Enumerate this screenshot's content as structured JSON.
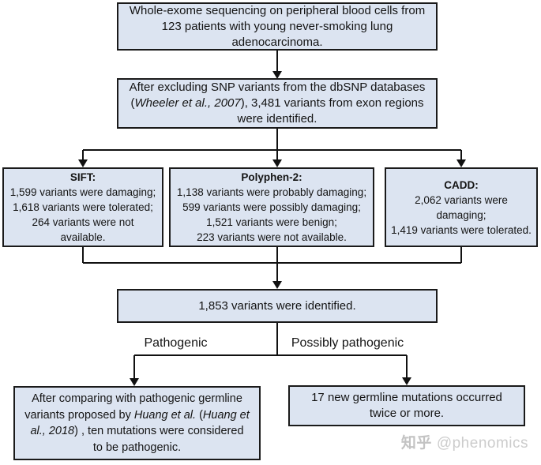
{
  "colors": {
    "box_fill": "#dce4f1",
    "box_border": "#1a1a1a",
    "connector_line": "#111111",
    "text": "#141414",
    "watermark": "#c8c8c8"
  },
  "flowchart": {
    "sequencing_box": {
      "text": "Whole-exome sequencing on peripheral blood cells from 123 patients with young never-smoking lung adenocarcinoma."
    },
    "snp_exclusion_box": {
      "seg_before": "After excluding SNP variants from the dbSNP databases (",
      "citation_italic": "Wheeler et al., 2007",
      "seg_after": "), 3,481 variants from exon regions were identified."
    },
    "sift_box": {
      "title": "SIFT:",
      "lines": [
        "1,599 variants were damaging;",
        "1,618 variants were tolerated;",
        "264 variants were not",
        "available."
      ]
    },
    "polyphen_box": {
      "title": "Polyphen-2:",
      "lines": [
        "1,138 variants were probably damaging;",
        "599 variants were possibly damaging;",
        "1,521 variants were benign;",
        "223 variants were not available."
      ]
    },
    "cadd_box": {
      "title": "CADD:",
      "lines": [
        "2,062 variants were",
        "damaging;",
        "1,419 variants were tolerated."
      ]
    },
    "identified_box": {
      "text": "1,853 variants were identified."
    },
    "branch_labels": {
      "left": "Pathogenic",
      "right": "Possibly pathogenic"
    },
    "pathogenic_box": {
      "seg1": "After comparing with pathogenic germline variants proposed by ",
      "seg2_italic": "Huang et al.",
      "seg3": " (",
      "seg4_italic": "Huang et al., 2018",
      "seg5": ") , ten mutations were considered to be pathogenic."
    },
    "possibly_pathogenic_box": {
      "text": "17 new germline mutations occurred twice or more."
    }
  },
  "watermark": {
    "brand": "知乎",
    "handle": "@phenomics"
  }
}
